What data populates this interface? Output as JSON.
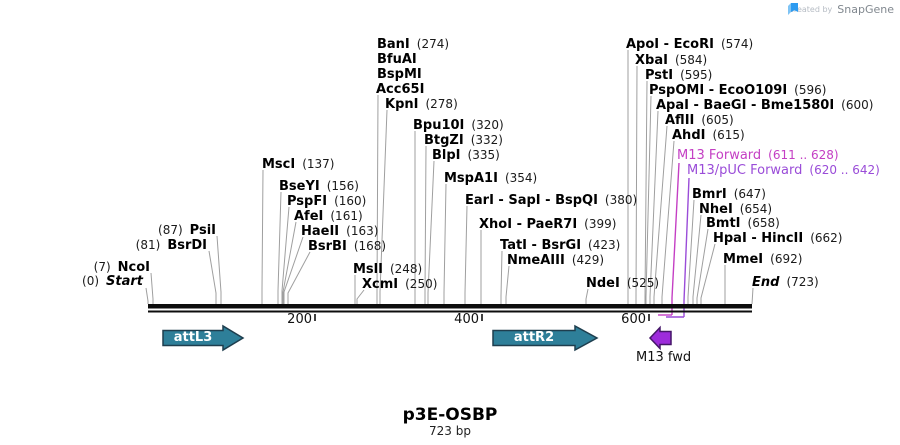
{
  "watermark": {
    "created_by": "Created by",
    "brand": "SnapGene"
  },
  "title": {
    "name": "p3E-OSBP",
    "length": "723 bp"
  },
  "ruler": {
    "ticks": [
      "200",
      "400",
      "600"
    ]
  },
  "features": [
    {
      "label": "attL3",
      "type": "gateway-att-arrow"
    },
    {
      "label": "attR2",
      "type": "gateway-att-arrow"
    },
    {
      "label": "M13 fwd",
      "type": "primer-arrow"
    }
  ],
  "colors": {
    "feature_teal": "#2e7f99",
    "feature_purple": "#9d2bdb",
    "primer_magenta": "#c43fc4",
    "primer_violet": "#9a4cd8"
  },
  "sites": [
    {
      "name": "MscI",
      "pos": "(137)"
    },
    {
      "name": "BseYI",
      "pos": "(156)"
    },
    {
      "name": "PspFI",
      "pos": "(160)"
    },
    {
      "name": "AfeI",
      "pos": "(161)"
    },
    {
      "name": "HaeII",
      "pos": "(163)"
    },
    {
      "name": "BsrBI",
      "pos": "(168)"
    },
    {
      "name": "MslI",
      "pos": "(248)"
    },
    {
      "name": "XcmI",
      "pos": "(250)"
    },
    {
      "name": "PsiI",
      "pos": "(87)"
    },
    {
      "name": "BsrDI",
      "pos": "(81)"
    },
    {
      "name": "NcoI",
      "pos": "(7)"
    },
    {
      "name": "Start",
      "pos": "(0)"
    },
    {
      "name": "BanI",
      "pos": "(274)"
    },
    {
      "name": "BfuAI",
      "pos": ""
    },
    {
      "name": "BspMI",
      "pos": ""
    },
    {
      "name": "Acc65I",
      "pos": ""
    },
    {
      "name": "KpnI",
      "pos": "(278)"
    },
    {
      "name": "Bpu10I",
      "pos": "(320)"
    },
    {
      "name": "BtgZI",
      "pos": "(332)"
    },
    {
      "name": "BlpI",
      "pos": "(335)"
    },
    {
      "name": "MspA1I",
      "pos": "(354)"
    },
    {
      "name": "EarI - SapI - BspQI",
      "pos": "(380)"
    },
    {
      "name": "XhoI - PaeR7I",
      "pos": "(399)"
    },
    {
      "name": "TatI - BsrGI",
      "pos": "(423)"
    },
    {
      "name": "NmeAIII",
      "pos": "(429)"
    },
    {
      "name": "NdeI",
      "pos": "(525)"
    },
    {
      "name": "ApoI - EcoRI",
      "pos": "(574)"
    },
    {
      "name": "XbaI",
      "pos": "(584)"
    },
    {
      "name": "PstI",
      "pos": "(595)"
    },
    {
      "name": "PspOMI - EcoO109I",
      "pos": "(596)"
    },
    {
      "name": "ApaI - BaeGI - Bme1580I",
      "pos": "(600)"
    },
    {
      "name": "AflII",
      "pos": "(605)"
    },
    {
      "name": "AhdI",
      "pos": "(615)"
    },
    {
      "name": "M13 Forward",
      "pos": "(611 .. 628)"
    },
    {
      "name": "M13/pUC Forward",
      "pos": "(620 .. 642)"
    },
    {
      "name": "BmrI",
      "pos": "(647)"
    },
    {
      "name": "NheI",
      "pos": "(654)"
    },
    {
      "name": "BmtI",
      "pos": "(658)"
    },
    {
      "name": "HpaI - HincII",
      "pos": "(662)"
    },
    {
      "name": "MmeI",
      "pos": "(692)"
    },
    {
      "name": "End",
      "pos": "(723)"
    }
  ]
}
